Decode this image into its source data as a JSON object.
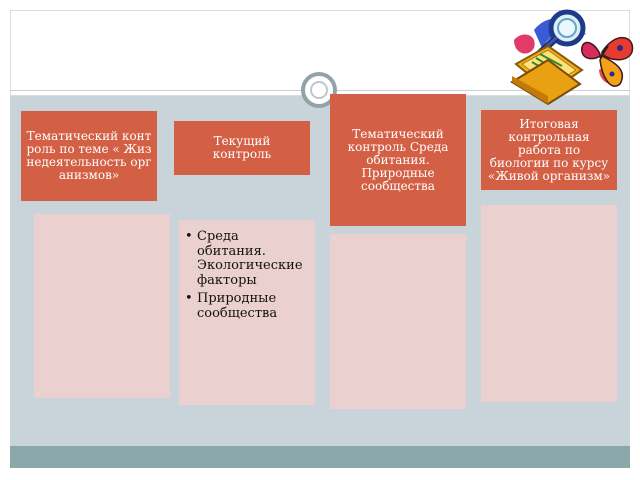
{
  "columns": [
    {
      "heading": "Тематический контроль по теме « Жизнедеятельность организмов»",
      "items": []
    },
    {
      "heading": "Текущий контроль",
      "items": [
        "Среда обитания. Экологические факторы",
        "Природные сообщества"
      ]
    },
    {
      "heading": "Тематический контроль  Среда обитания. Природные сообщества",
      "items": []
    },
    {
      "heading": "Итоговая контрольная работа по биологии по курсу «Живой организм»",
      "items": []
    }
  ],
  "colors": {
    "heading_fill": "#d35f45",
    "body_fill": "#ead0cf",
    "background_band": "#c9d3da",
    "footer_band": "#8aa8aa"
  },
  "decoration": {
    "clipart": "books-magnifier-butterfly-icon",
    "ring": "circle-ring-icon"
  }
}
